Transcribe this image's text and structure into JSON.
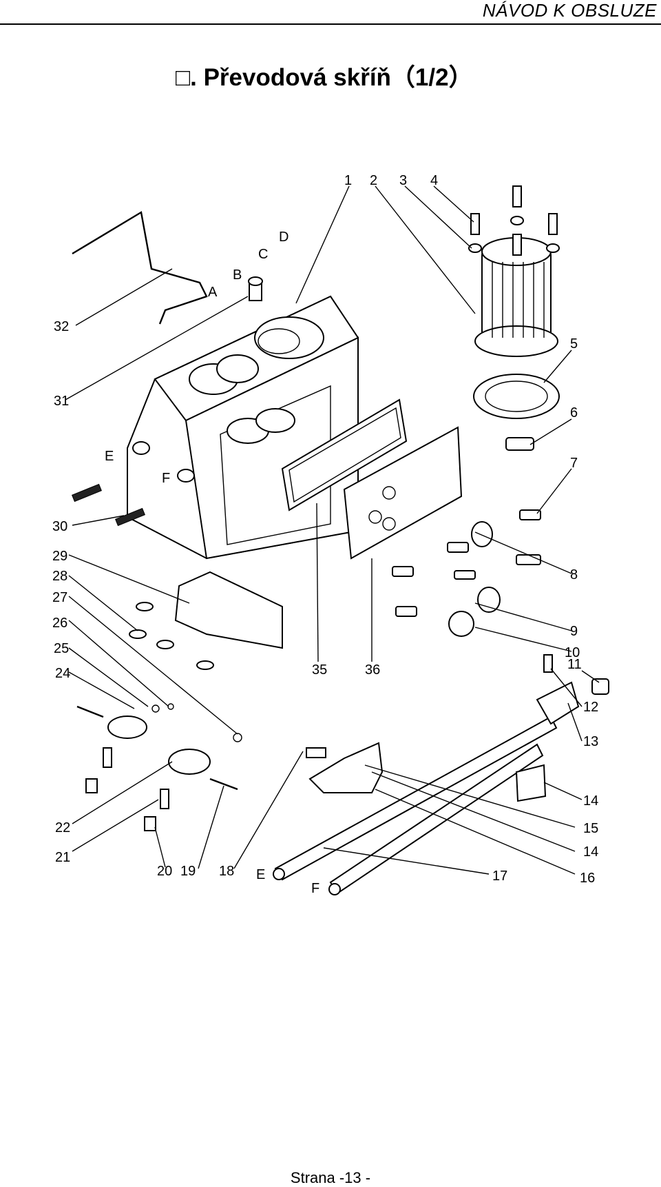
{
  "header": {
    "title": "NÁVOD  K  OBSLUZE"
  },
  "section": {
    "title": "□. Převodová skříň（1/2）"
  },
  "diagram": {
    "callouts": {
      "c1": "1",
      "c2": "2",
      "c3": "3",
      "c4": "4",
      "c5": "5",
      "c6": "6",
      "c7": "7",
      "c8": "8",
      "c9": "9",
      "c10": "10",
      "c11": "11",
      "c12": "12",
      "c13": "13",
      "c14a": "14",
      "c14b": "14",
      "c15": "15",
      "c16": "16",
      "c17": "17",
      "c18": "18",
      "c19": "19",
      "c20": "20",
      "c21": "21",
      "c22": "22",
      "c24": "24",
      "c25": "25",
      "c26": "26",
      "c27": "27",
      "c28": "28",
      "c29": "29",
      "c30": "30",
      "c31": "31",
      "c32": "32",
      "c35": "35",
      "c36": "36",
      "A": "A",
      "B": "B",
      "C": "C",
      "D": "D",
      "E": "E",
      "F": "F",
      "E2": "E",
      "F2": "F"
    }
  },
  "footer": {
    "page": "Strana -13 -"
  }
}
